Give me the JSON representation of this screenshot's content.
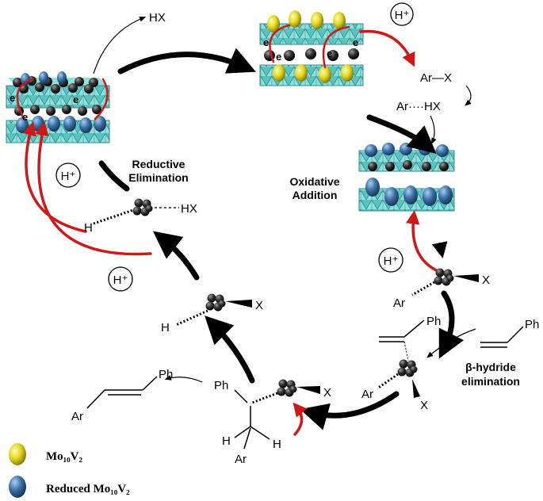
{
  "labels": {
    "hx_top": "HX",
    "ar_x": "Ar—X",
    "ar_hx": "Ar····HX",
    "reductive_1": "Reductive",
    "reductive_2": "Elimination",
    "oxidative_1": "Oxidative",
    "oxidative_2": "Addition",
    "h_left": "H",
    "hx_left": "HX",
    "x_oxadd": "X",
    "ar_oxadd": "Ar",
    "h_mid": "H",
    "x_mid": "X",
    "ph_alkene_complex": "Ph",
    "ph_styrene": "Ph",
    "beta_1": "β-hydride",
    "beta_2": "elimination",
    "ar_alkene": "Ar",
    "x_alkene": "X",
    "ph_insert": "Ph",
    "x_insert": "X",
    "h_insert_1": "H",
    "h_insert_2": "H",
    "ar_insert": "Ar",
    "ph_product": "Ph",
    "ar_product": "Ar",
    "hplus_1": "H⁺",
    "hplus_2": "H⁺",
    "hplus_3": "H⁺",
    "hplus_4": "H⁺",
    "electron": "e"
  },
  "legend": [
    {
      "label": "Mo₁₀V₂",
      "color": "#e6dd2a"
    },
    {
      "label": "Reduced Mo₁₀V₂",
      "color": "#3a6fa6"
    }
  ]
}
